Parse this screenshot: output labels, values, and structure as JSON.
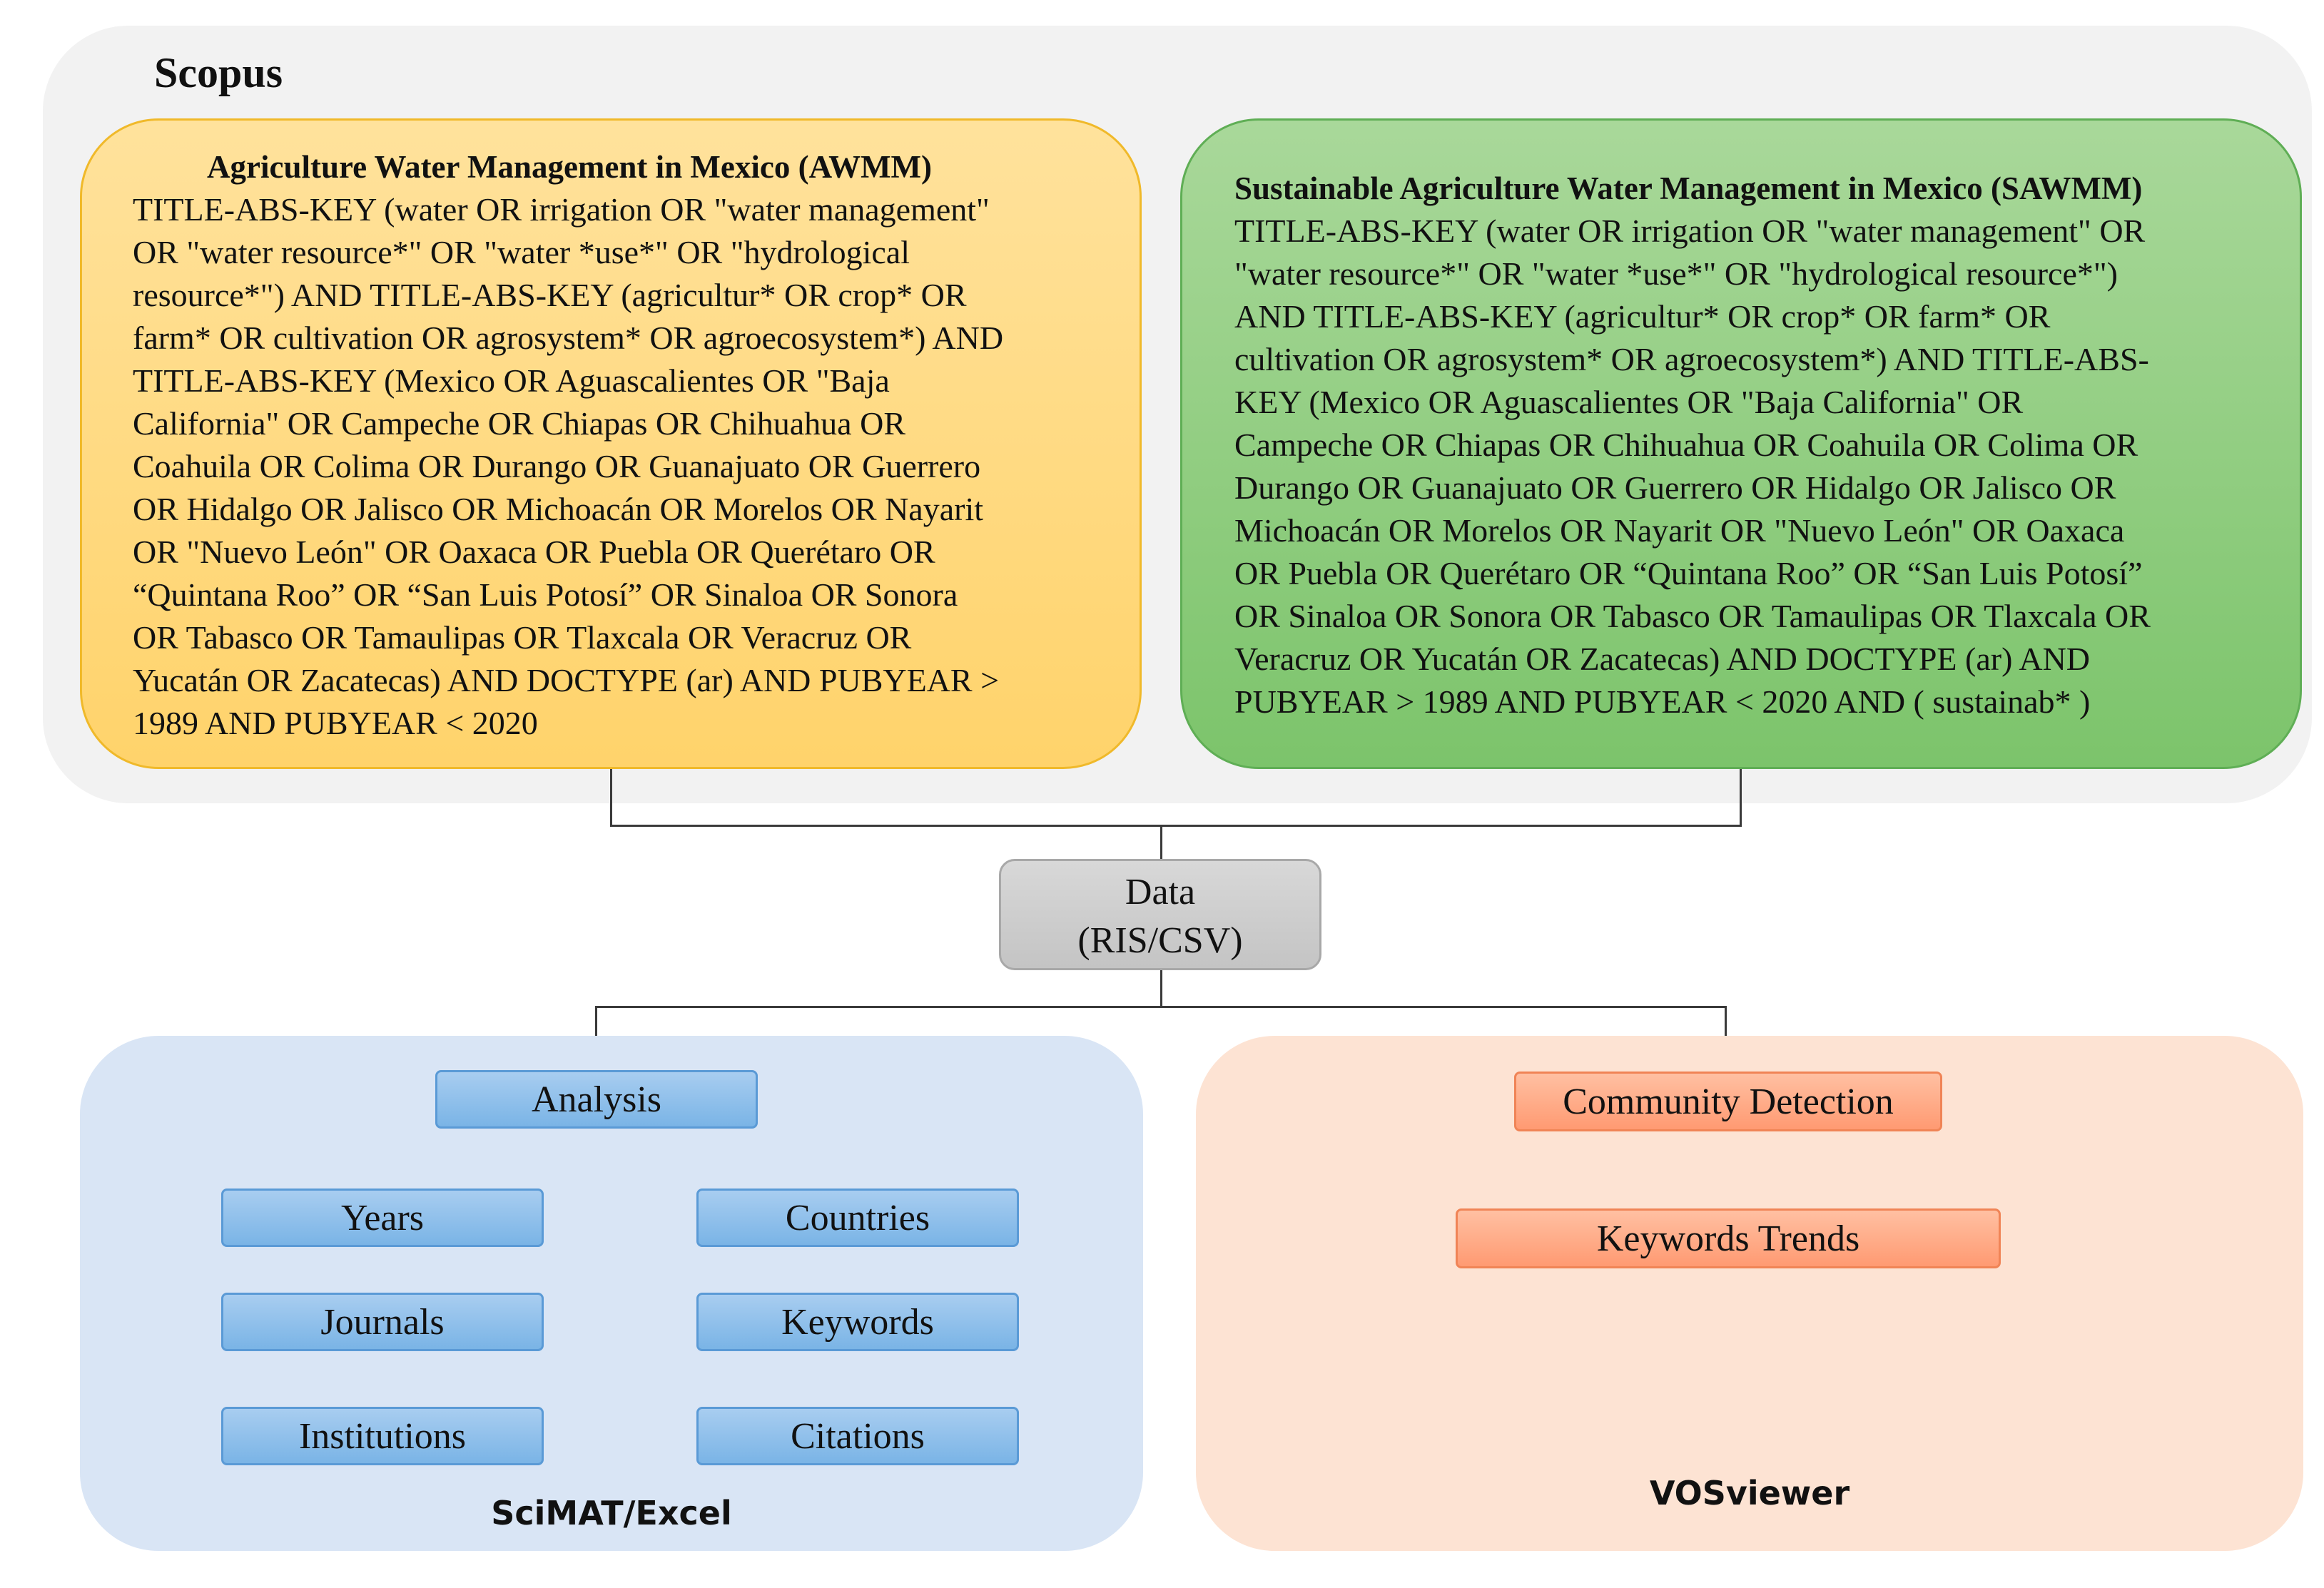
{
  "scopus": {
    "title": "Scopus"
  },
  "awmm": {
    "title": "Agriculture Water Management in Mexico (AWMM)",
    "lines": [
      "TITLE-ABS-KEY (water OR irrigation OR \"water management\"",
      "OR \"water resource*\" OR \"water *use*\" OR \"hydrological",
      "resource*\") AND TITLE-ABS-KEY (agricultur* OR crop* OR",
      "farm* OR cultivation OR agrosystem* OR agroecosystem*) AND",
      "TITLE-ABS-KEY (Mexico OR Aguascalientes OR \"Baja",
      "California\" OR Campeche OR Chiapas OR Chihuahua OR",
      "Coahuila OR Colima OR Durango OR Guanajuato OR Guerrero",
      "OR Hidalgo OR Jalisco OR Michoacán OR Morelos OR Nayarit",
      "OR \"Nuevo León\" OR Oaxaca OR Puebla OR Querétaro OR",
      "“Quintana Roo” OR “San Luis Potosí” OR Sinaloa OR Sonora",
      "OR Tabasco OR Tamaulipas OR Tlaxcala OR Veracruz OR",
      "Yucatán OR Zacatecas) AND DOCTYPE (ar) AND PUBYEAR >",
      "1989 AND  PUBYEAR  <  2020"
    ]
  },
  "sawmm": {
    "title": "Sustainable Agriculture Water Management in Mexico (SAWMM)",
    "lines": [
      "TITLE-ABS-KEY (water OR irrigation OR \"water management\" OR",
      "\"water resource*\" OR \"water *use*\" OR \"hydrological resource*\")",
      "AND TITLE-ABS-KEY (agricultur* OR crop* OR farm* OR",
      "cultivation OR agrosystem* OR agroecosystem*) AND TITLE-ABS-",
      "KEY (Mexico OR Aguascalientes OR \"Baja California\" OR",
      "Campeche OR Chiapas OR Chihuahua OR Coahuila OR Colima OR",
      "Durango OR Guanajuato OR Guerrero OR Hidalgo OR Jalisco OR",
      "Michoacán OR Morelos OR Nayarit OR \"Nuevo León\" OR Oaxaca",
      "OR Puebla OR Querétaro OR “Quintana Roo” OR “San Luis Potosí”",
      "OR Sinaloa OR Sonora OR Tabasco OR Tamaulipas OR Tlaxcala OR",
      "Veracruz OR Yucatán OR Zacatecas) AND DOCTYPE (ar) AND",
      "PUBYEAR > 1989 AND  PUBYEAR  <  2020 AND  ( sustainab* )"
    ]
  },
  "data_node": {
    "line1": "Data",
    "line2": "(RIS/CSV)"
  },
  "analysis_panel": {
    "header": "Analysis",
    "items": [
      "Years",
      "Countries",
      "Journals",
      "Keywords",
      "Institutions",
      "Citations"
    ],
    "footer": "SciMAT/Excel"
  },
  "vos_panel": {
    "items": [
      "Community Detection",
      "Keywords Trends"
    ],
    "footer": "VOSviewer"
  }
}
